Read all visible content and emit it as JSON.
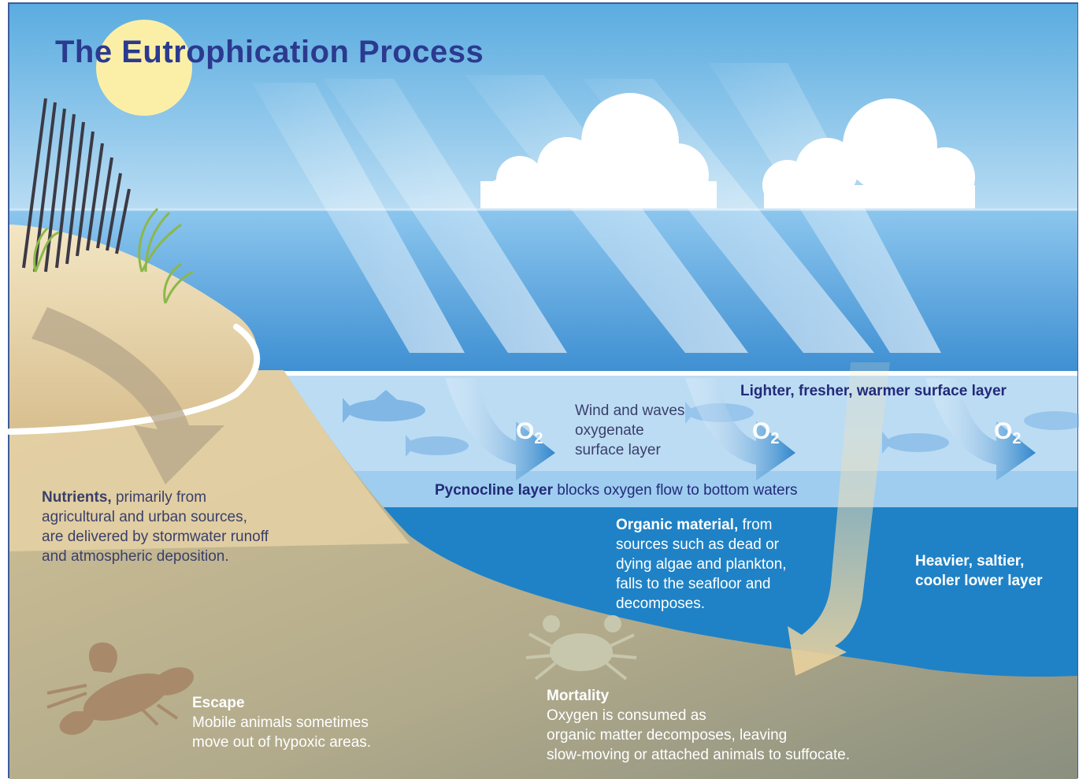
{
  "title": "The Eutrophication Process",
  "labels": {
    "surface_layer": "Lighter, fresher, warmer surface layer",
    "wind_waves": "Wind and waves\noxygenate\nsurface layer",
    "oxygen_symbol": "O",
    "oxygen_subscript": "2",
    "pycnocline_term": "Pycnocline layer",
    "pycnocline_rest": " blocks oxygen flow to bottom waters",
    "nutrients_term": "Nutrients,",
    "nutrients_rest": " primarily from\nagricultural and urban sources,\nare delivered by stormwater runoff\nand atmospheric deposition.",
    "organic_term": "Organic material,",
    "organic_rest": " from\nsources such as dead or\ndying algae and plankton,\nfalls to the seafloor and\ndecomposes.",
    "lower_layer": "Heavier, saltier,\ncooler lower layer",
    "escape_term": "Escape",
    "escape_rest": "Mobile animals sometimes\nmove out of hypoxic areas.",
    "mortality_term": "Mortality",
    "mortality_rest": "Oxygen is consumed as\norganic matter decomposes, leaving\nslow-moving or attached animals to suffocate."
  },
  "colors": {
    "sky_top": "#5aace0",
    "sea_surface": "#4b9ad8",
    "surface_layer": "#bcdcf4",
    "pycnocline": "#9ecdf0",
    "deep_water": "#1f82c6",
    "sand": "#e9d6ad",
    "seafloor": "#aba48a",
    "title": "#2b3a8f"
  }
}
